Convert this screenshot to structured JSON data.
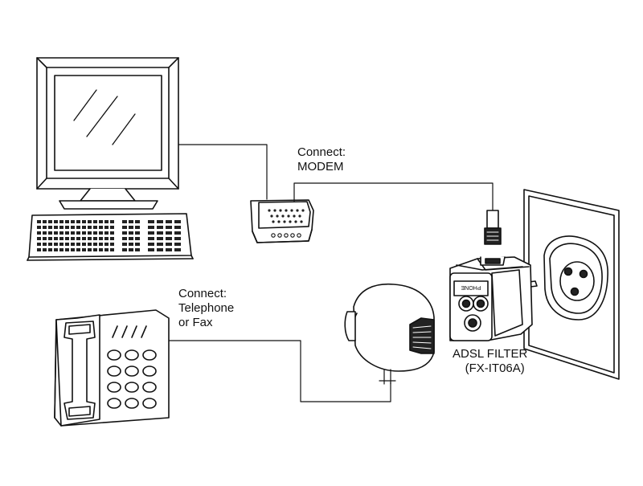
{
  "modem_label": {
    "line1": "Connect:",
    "line2": "MODEM"
  },
  "phone_label": {
    "line1": "Connect:",
    "line2": "Telephone",
    "line3": "or Fax"
  },
  "filter_label": {
    "line1": "ADSL FILTER",
    "line2": "(FX-IT06A)"
  },
  "filter_port_text": "PHONE",
  "colors": {
    "stroke": "#111111",
    "fill": "#ffffff",
    "shade": "#222222"
  }
}
